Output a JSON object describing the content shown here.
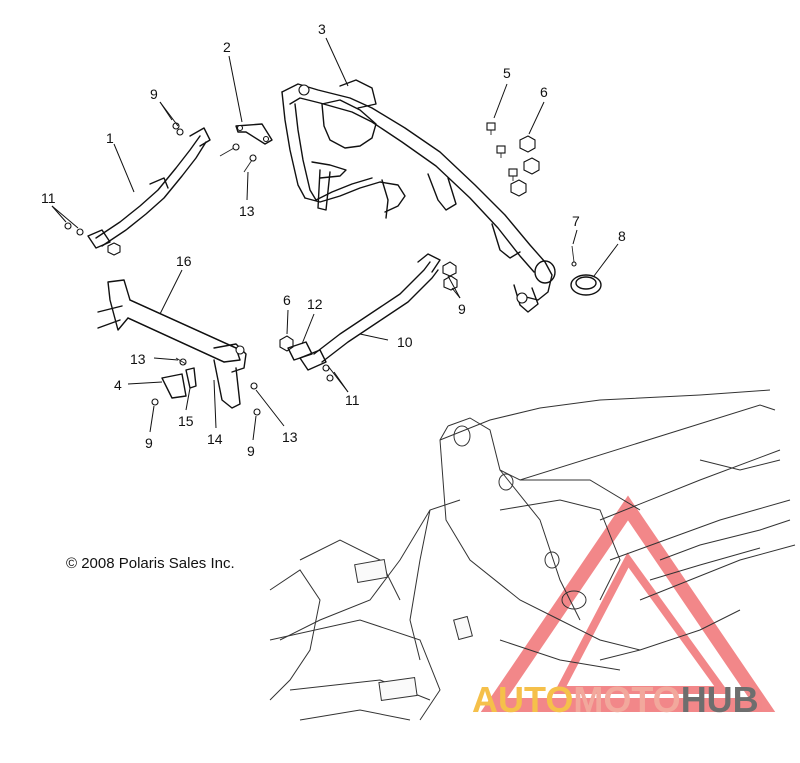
{
  "copyright": "© 2008 Polaris Sales Inc.",
  "watermark": {
    "auto": "AUTO",
    "moto": "MOTO",
    "hub": "HUB",
    "colors": {
      "auto": "#f5c04a",
      "moto": "#f2a89c",
      "hub": "#6e6e6e",
      "triangle": "#e8262a"
    }
  },
  "callouts": [
    {
      "id": "c2",
      "text": "2"
    },
    {
      "id": "c3",
      "text": "3"
    },
    {
      "id": "c5",
      "text": "5"
    },
    {
      "id": "c6a",
      "text": "6"
    },
    {
      "id": "c9a",
      "text": "9"
    },
    {
      "id": "c1",
      "text": "1"
    },
    {
      "id": "c11a",
      "text": "11"
    },
    {
      "id": "c13a",
      "text": "13"
    },
    {
      "id": "c7",
      "text": "7"
    },
    {
      "id": "c8",
      "text": "8"
    },
    {
      "id": "c16",
      "text": "16"
    },
    {
      "id": "c9b",
      "text": "9"
    },
    {
      "id": "c6b",
      "text": "6"
    },
    {
      "id": "c12",
      "text": "12"
    },
    {
      "id": "c10",
      "text": "10"
    },
    {
      "id": "c13b",
      "text": "13"
    },
    {
      "id": "c4",
      "text": "4"
    },
    {
      "id": "c11b",
      "text": "11"
    },
    {
      "id": "c15",
      "text": "15"
    },
    {
      "id": "c14",
      "text": "14"
    },
    {
      "id": "c13c",
      "text": "13"
    },
    {
      "id": "c9c",
      "text": "9"
    },
    {
      "id": "c9d",
      "text": "9"
    }
  ]
}
